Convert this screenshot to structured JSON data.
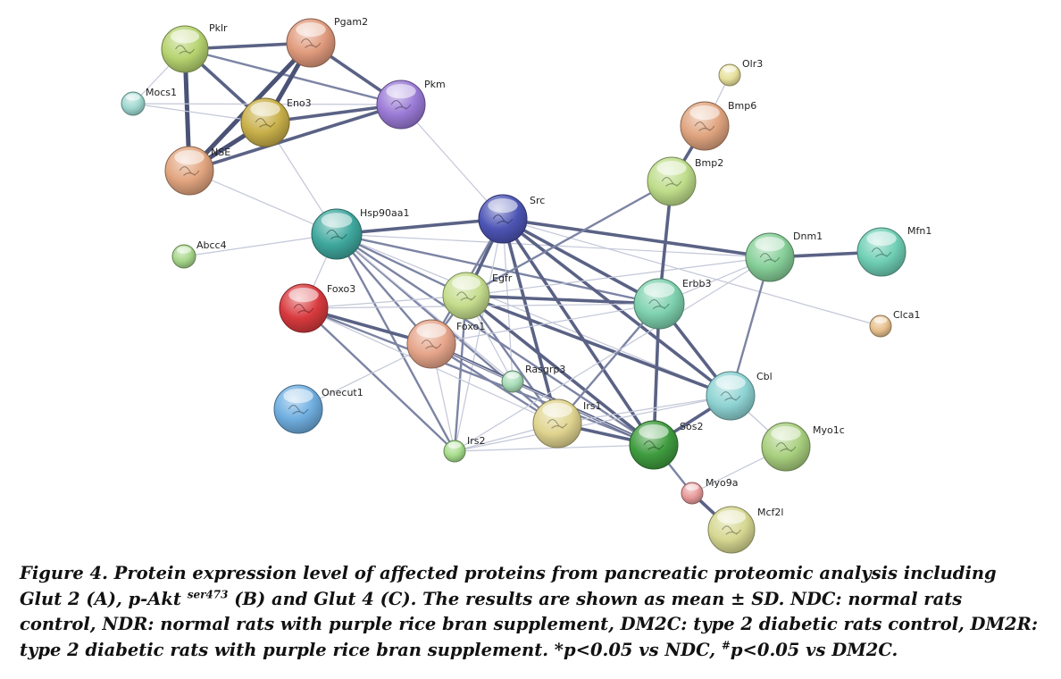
{
  "network": {
    "nodes": [
      {
        "id": "Pklr",
        "label": "Pklr",
        "color": "#b6d36f"
      },
      {
        "id": "Pgam2",
        "label": "Pgam2",
        "color": "#e09a7c"
      },
      {
        "id": "Mocs1",
        "label": "Mocs1",
        "color": "#9fd8d0"
      },
      {
        "id": "Eno3",
        "label": "Eno3",
        "color": "#c9b04a"
      },
      {
        "id": "Pkm",
        "label": "Pkm",
        "color": "#9a7ad6"
      },
      {
        "id": "NSE",
        "label": "NSE",
        "color": "#e2a57f"
      },
      {
        "id": "Hsp90aa1",
        "label": "Hsp90aa1",
        "color": "#3fa89e"
      },
      {
        "id": "Src",
        "label": "Src",
        "color": "#4d55b5"
      },
      {
        "id": "Abcc4",
        "label": "Abcc4",
        "color": "#a6d68a"
      },
      {
        "id": "Foxo3",
        "label": "Foxo3",
        "color": "#d83a3e"
      },
      {
        "id": "Egfr",
        "label": "Egfr",
        "color": "#c5dd8d"
      },
      {
        "id": "Foxo1",
        "label": "Foxo1",
        "color": "#e6a58a"
      },
      {
        "id": "Erbb3",
        "label": "Erbb3",
        "color": "#7ed1ae"
      },
      {
        "id": "Dnm1",
        "label": "Dnm1",
        "color": "#86cf98"
      },
      {
        "id": "Mfn1",
        "label": "Mfn1",
        "color": "#6fcfb5"
      },
      {
        "id": "Olr3",
        "label": "Olr3",
        "color": "#e6e09a"
      },
      {
        "id": "Bmp6",
        "label": "Bmp6",
        "color": "#e0a47f"
      },
      {
        "id": "Bmp2",
        "label": "Bmp2",
        "color": "#bedd8a"
      },
      {
        "id": "Clca1",
        "label": "Clca1",
        "color": "#e8c08c"
      },
      {
        "id": "Rasgrp3",
        "label": "Rasgrp3",
        "color": "#a7dcb7"
      },
      {
        "id": "Onecut1",
        "label": "Onecut1",
        "color": "#6faee0"
      },
      {
        "id": "Irs1",
        "label": "Irs1",
        "color": "#e0d48f"
      },
      {
        "id": "Cbl",
        "label": "Cbl",
        "color": "#8ed3d3"
      },
      {
        "id": "Irs2",
        "label": "Irs2",
        "color": "#a6dd8c"
      },
      {
        "id": "Sos2",
        "label": "Sos2",
        "color": "#3f9c3f"
      },
      {
        "id": "Myo1c",
        "label": "Myo1c",
        "color": "#a8cf7e"
      },
      {
        "id": "Myo9a",
        "label": "Myo9a",
        "color": "#e89a9a"
      },
      {
        "id": "Mcf2l",
        "label": "Mcf2l",
        "color": "#d6d891"
      }
    ],
    "edges": [
      [
        "Pklr",
        "Pgam2",
        3
      ],
      [
        "Pklr",
        "Eno3",
        3
      ],
      [
        "Pklr",
        "NSE",
        4
      ],
      [
        "Pklr",
        "Pkm",
        2
      ],
      [
        "Pklr",
        "Mocs1",
        1
      ],
      [
        "Pgam2",
        "Eno3",
        4
      ],
      [
        "Pgam2",
        "Pkm",
        3
      ],
      [
        "Pgam2",
        "NSE",
        4
      ],
      [
        "Mocs1",
        "Eno3",
        1
      ],
      [
        "Mocs1",
        "Pkm",
        1
      ],
      [
        "Eno3",
        "Pkm",
        3
      ],
      [
        "Eno3",
        "NSE",
        4
      ],
      [
        "Eno3",
        "Hsp90aa1",
        1
      ],
      [
        "NSE",
        "Pkm",
        3
      ],
      [
        "NSE",
        "Hsp90aa1",
        1
      ],
      [
        "Pkm",
        "Src",
        1
      ],
      [
        "Abcc4",
        "Hsp90aa1",
        1
      ],
      [
        "Hsp90aa1",
        "Src",
        3
      ],
      [
        "Hsp90aa1",
        "Egfr",
        2
      ],
      [
        "Hsp90aa1",
        "Foxo1",
        2
      ],
      [
        "Hsp90aa1",
        "Foxo3",
        1
      ],
      [
        "Hsp90aa1",
        "Erbb3",
        2
      ],
      [
        "Hsp90aa1",
        "Sos2",
        2
      ],
      [
        "Hsp90aa1",
        "Irs1",
        2
      ],
      [
        "Hsp90aa1",
        "Irs2",
        2
      ],
      [
        "Hsp90aa1",
        "Cbl",
        1
      ],
      [
        "Hsp90aa1",
        "Rasgrp3",
        1
      ],
      [
        "Hsp90aa1",
        "Dnm1",
        1
      ],
      [
        "Src",
        "Egfr",
        3
      ],
      [
        "Src",
        "Erbb3",
        3
      ],
      [
        "Src",
        "Dnm1",
        3
      ],
      [
        "Src",
        "Cbl",
        3
      ],
      [
        "Src",
        "Sos2",
        3
      ],
      [
        "Src",
        "Irs1",
        3
      ],
      [
        "Src",
        "Foxo1",
        2
      ],
      [
        "Src",
        "Rasgrp3",
        1
      ],
      [
        "Src",
        "Irs2",
        1
      ],
      [
        "Src",
        "Clca1",
        1
      ],
      [
        "Egfr",
        "Erbb3",
        3
      ],
      [
        "Egfr",
        "Cbl",
        3
      ],
      [
        "Egfr",
        "Sos2",
        3
      ],
      [
        "Egfr",
        "Irs1",
        2
      ],
      [
        "Egfr",
        "Irs2",
        2
      ],
      [
        "Egfr",
        "Foxo1",
        2
      ],
      [
        "Egfr",
        "Dnm1",
        1
      ],
      [
        "Egfr",
        "Bmp2",
        2
      ],
      [
        "Egfr",
        "Rasgrp3",
        1
      ],
      [
        "Egfr",
        "Foxo3",
        1
      ],
      [
        "Foxo3",
        "Foxo1",
        3
      ],
      [
        "Foxo3",
        "Irs2",
        2
      ],
      [
        "Foxo3",
        "Sos2",
        2
      ],
      [
        "Foxo3",
        "Irs1",
        1
      ],
      [
        "Foxo3",
        "Erbb3",
        1
      ],
      [
        "Foxo1",
        "Irs1",
        2
      ],
      [
        "Foxo1",
        "Sos2",
        3
      ],
      [
        "Foxo1",
        "Erbb3",
        1
      ],
      [
        "Foxo1",
        "Irs2",
        1
      ],
      [
        "Foxo1",
        "Onecut1",
        1
      ],
      [
        "Foxo1",
        "Rasgrp3",
        1
      ],
      [
        "Erbb3",
        "Sos2",
        3
      ],
      [
        "Erbb3",
        "Cbl",
        3
      ],
      [
        "Erbb3",
        "Irs1",
        2
      ],
      [
        "Erbb3",
        "Dnm1",
        1
      ],
      [
        "Dnm1",
        "Mfn1",
        3
      ],
      [
        "Dnm1",
        "Cbl",
        2
      ],
      [
        "Dnm1",
        "Irs2",
        1
      ],
      [
        "Bmp2",
        "Erbb3",
        3
      ],
      [
        "Bmp2",
        "Bmp6",
        3
      ],
      [
        "Bmp6",
        "Olr3",
        1
      ],
      [
        "Rasgrp3",
        "Sos2",
        1
      ],
      [
        "Irs1",
        "Sos2",
        3
      ],
      [
        "Irs1",
        "Cbl",
        1
      ],
      [
        "Irs1",
        "Irs2",
        1
      ],
      [
        "Irs2",
        "Sos2",
        1
      ],
      [
        "Irs2",
        "Cbl",
        1
      ],
      [
        "Cbl",
        "Sos2",
        3
      ],
      [
        "Cbl",
        "Myo1c",
        1
      ],
      [
        "Sos2",
        "Myo9a",
        2
      ],
      [
        "Myo9a",
        "Mcf2l",
        3
      ],
      [
        "Myo9a",
        "Myo1c",
        1
      ]
    ]
  },
  "caption": {
    "part1": "Figure 4. Protein expression level of affected proteins from pancreatic proteomic analysis including Glut 2 (A), p-Akt ",
    "sup1": "ser473",
    "part2": " (B) and Glut 4 (C). The results are shown as mean ± SD. NDC: normal rats control, NDR: normal rats with purple rice bran supplement, DM2C: type 2 diabetic rats control, DM2R: type 2 diabetic rats with purple rice bran supplement. *p<0.05 vs NDC, ",
    "sup2": "#",
    "part3": "p<0.05 vs DM2C."
  }
}
